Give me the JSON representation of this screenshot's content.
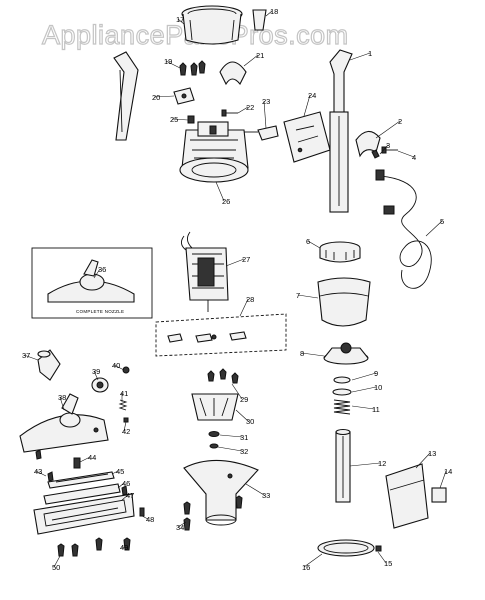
{
  "watermark": "AppliancePartsPros.com",
  "inset_caption": "COMPLETE NOZZLE",
  "callouts": [
    "1",
    "2",
    "3",
    "4",
    "5",
    "6",
    "7",
    "8",
    "9",
    "10",
    "11",
    "12",
    "13",
    "14",
    "15",
    "16",
    "17",
    "18",
    "19",
    "20",
    "21",
    "22",
    "23",
    "24",
    "25",
    "26",
    "27",
    "28",
    "29",
    "30",
    "31",
    "32",
    "33",
    "34",
    "36",
    "37",
    "38",
    "39",
    "40",
    "41",
    "42",
    "43",
    "44",
    "45",
    "46",
    "47",
    "48",
    "49",
    "50"
  ]
}
